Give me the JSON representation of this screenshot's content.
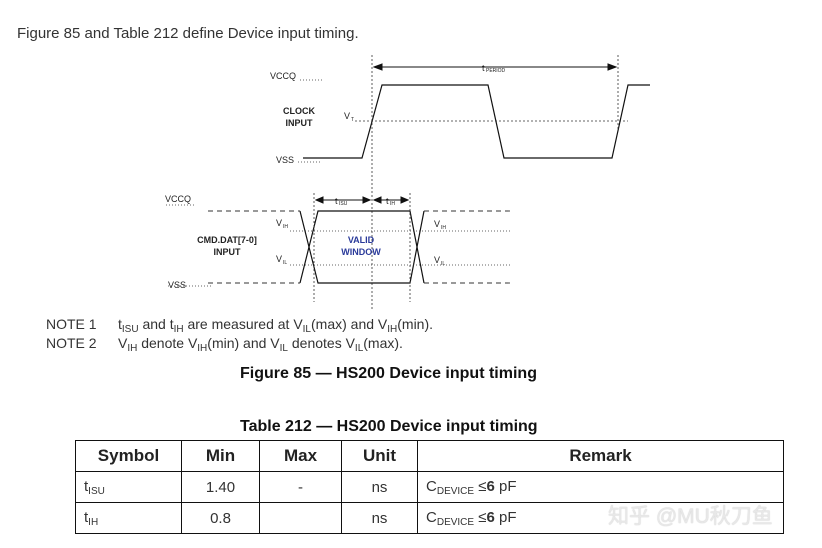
{
  "intro_text": "Figure 85 and Table 212 define Device input timing.",
  "diagram": {
    "vccq_top": "VCCQ",
    "clock_input_line1": "CLOCK",
    "clock_input_line2": "INPUT",
    "vt": "V",
    "vt_sub": "T",
    "vss_top": "VSS",
    "t_period": "t",
    "t_period_sub": "PERIOD",
    "vccq_bottom": "VCCQ",
    "t_isu": "t",
    "t_isu_sub": "ISU",
    "t_ih": "t",
    "t_ih_sub": "IH",
    "cmd_line1": "CMD.DAT[7-0]",
    "cmd_line2": "INPUT",
    "vih_left": "V",
    "vih_left_sub": "IH",
    "vil_left": "V",
    "vil_left_sub": "IL",
    "vih_right": "V",
    "vih_right_sub": "IH",
    "vil_right": "V",
    "vil_right_sub": "IL",
    "valid_line1": "VALID",
    "valid_line2": "WINDOW",
    "vss_bottom": "VSS"
  },
  "notes": [
    {
      "label": "NOTE 1",
      "t1": "t",
      "t1_sub": "ISU",
      "and1": " and ",
      "t2": "t",
      "t2_sub": "IH",
      "mid": " are measured at V",
      "v1_sub": "IL",
      "mid2": "(max) and V",
      "v2_sub": "IH",
      "end": "(min)."
    },
    {
      "label": "NOTE 2",
      "a": "V",
      "a_sub": "IH",
      "b": " denote V",
      "b_sub": "IH",
      "c": "(min) and V",
      "c_sub": "IL",
      "d": " denotes V",
      "d_sub": "IL",
      "e": "(max)."
    }
  ],
  "figure_caption": "Figure 85 — HS200 Device input timing",
  "table_caption": "Table 212 — HS200 Device input timing",
  "table": {
    "headers": [
      "Symbol",
      "Min",
      "Max",
      "Unit",
      "Remark"
    ],
    "rows": [
      {
        "symbol": "t",
        "symbol_sub": "ISU",
        "min": "1.40",
        "max": "-",
        "unit": "ns",
        "remark_c": "C",
        "remark_sub": "DEVICE",
        "remark_op": " ≤",
        "remark_val": "6",
        "remark_unit": " pF"
      },
      {
        "symbol": "t",
        "symbol_sub": "IH",
        "min": "0.8",
        "max": "",
        "unit": "ns",
        "remark_c": "C",
        "remark_sub": "DEVICE",
        "remark_op": " ≤",
        "remark_val": "6",
        "remark_unit": " pF"
      }
    ]
  },
  "watermark": "知乎 @MU秋刀鱼"
}
